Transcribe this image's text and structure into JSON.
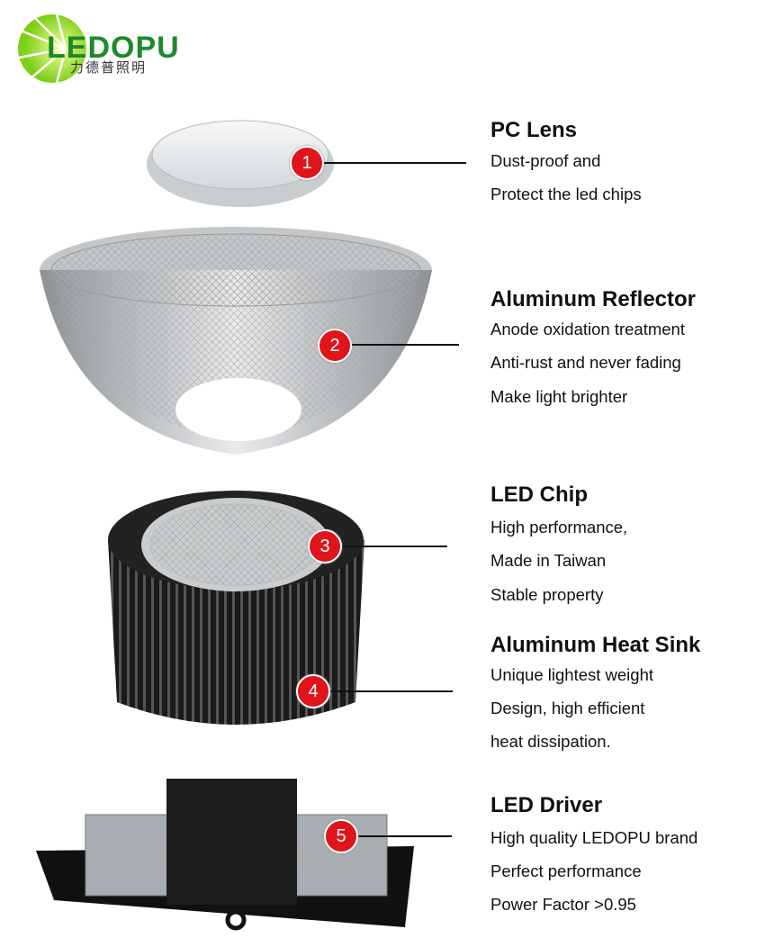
{
  "logo": {
    "brand": "LEDOPU",
    "chinese": "力德普照明"
  },
  "components": [
    {
      "number": "1",
      "title": "PC Lens",
      "lines": [
        "Dust-proof and",
        "Protect the led chips"
      ]
    },
    {
      "number": "2",
      "title": "Aluminum Reflector",
      "lines": [
        "Anode oxidation treatment",
        "Anti-rust and never fading",
        "Make light brighter"
      ]
    },
    {
      "number": "3",
      "title": "LED Chip",
      "lines": [
        "High performance,",
        "Made in Taiwan",
        "Stable property"
      ]
    },
    {
      "number": "4",
      "title": "Aluminum Heat Sink",
      "lines": [
        "Unique lightest weight",
        "Design, high efficient",
        "heat dissipation."
      ]
    },
    {
      "number": "5",
      "title": "LED Driver",
      "lines": [
        "High quality LEDOPU brand",
        "Perfect performance",
        "Power Factor >0.95"
      ]
    }
  ],
  "colors": {
    "badge": "#e0141b",
    "logo_green": "#1e8a2a"
  }
}
